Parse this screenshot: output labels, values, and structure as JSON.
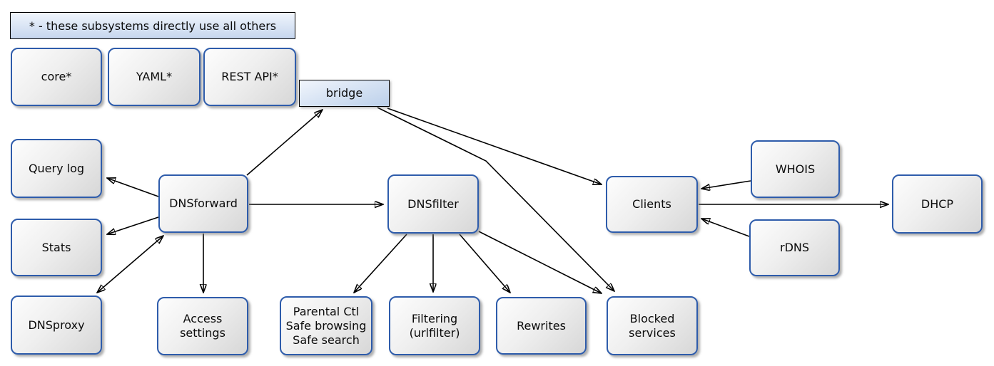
{
  "diagram": {
    "legend": "* - these subsystems directly use all others",
    "nodes": {
      "core": {
        "lines": [
          "core*"
        ]
      },
      "yaml": {
        "lines": [
          "YAML*"
        ]
      },
      "rest_api": {
        "lines": [
          "REST API*"
        ]
      },
      "bridge": {
        "lines": [
          "bridge"
        ]
      },
      "query_log": {
        "lines": [
          "Query log"
        ]
      },
      "stats": {
        "lines": [
          "Stats"
        ]
      },
      "dnsproxy": {
        "lines": [
          "DNSproxy"
        ]
      },
      "dnsforward": {
        "lines": [
          "DNSforward"
        ]
      },
      "access_settings": {
        "lines": [
          "Access",
          "settings"
        ]
      },
      "dnsfilter": {
        "lines": [
          "DNSfilter"
        ]
      },
      "parental": {
        "lines": [
          "Parental Ctl",
          "Safe browsing",
          "Safe search"
        ]
      },
      "filtering": {
        "lines": [
          "Filtering",
          "(urlfilter)"
        ]
      },
      "rewrites": {
        "lines": [
          "Rewrites"
        ]
      },
      "blocked_services": {
        "lines": [
          "Blocked",
          "services"
        ]
      },
      "clients": {
        "lines": [
          "Clients"
        ]
      },
      "whois": {
        "lines": [
          "WHOIS"
        ]
      },
      "rdns": {
        "lines": [
          "rDNS"
        ]
      },
      "dhcp": {
        "lines": [
          "DHCP"
        ]
      }
    },
    "edges": [
      {
        "from": "dnsforward",
        "to": "bridge"
      },
      {
        "from": "bridge",
        "to": "clients"
      },
      {
        "from": "bridge",
        "to": "blocked_services"
      },
      {
        "from": "dnsforward",
        "to": "query_log"
      },
      {
        "from": "dnsforward",
        "to": "stats"
      },
      {
        "from": "dnsforward",
        "to": "dnsproxy",
        "bidirectional": true
      },
      {
        "from": "dnsforward",
        "to": "access_settings"
      },
      {
        "from": "dnsforward",
        "to": "dnsfilter"
      },
      {
        "from": "dnsfilter",
        "to": "parental"
      },
      {
        "from": "dnsfilter",
        "to": "filtering"
      },
      {
        "from": "dnsfilter",
        "to": "rewrites"
      },
      {
        "from": "dnsfilter",
        "to": "blocked_services"
      },
      {
        "from": "whois",
        "to": "clients"
      },
      {
        "from": "rdns",
        "to": "clients"
      },
      {
        "from": "clients",
        "to": "dhcp"
      }
    ],
    "colors": {
      "node_border": "#2e5cab",
      "node_fill_light": "#fdfdfd",
      "node_fill_dark": "#d7d7d7",
      "blue_fill_light": "#f0f5fc",
      "blue_fill_dark": "#bcd0ea",
      "edge": "#000000",
      "text": "#0b0b0b",
      "background": "#ffffff"
    }
  }
}
